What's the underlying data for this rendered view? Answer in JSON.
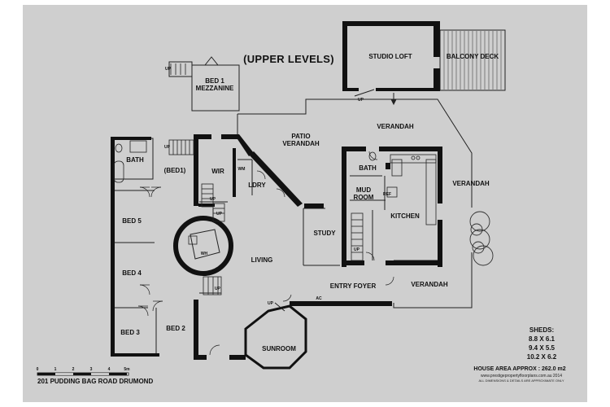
{
  "plan": {
    "heading": "(UPPER LEVELS)",
    "address": "201 PUDDING BAG ROAD DRUMOND",
    "scale_ticks": [
      "0",
      "1",
      "2",
      "3",
      "4",
      "5m"
    ],
    "rooms": {
      "studio_loft": "STUDIO LOFT",
      "balcony_deck": "BALCONY DECK",
      "bed1_mezz_line1": "BED 1",
      "bed1_mezz_line2": "MEZZANINE",
      "patio_line1": "PATIO",
      "patio_line2": "VERANDAH",
      "verandah_top": "VERANDAH",
      "verandah_right": "VERANDAH",
      "verandah_bottom": "VERANDAH",
      "bath_left": "BATH",
      "bed1": "(BED1)",
      "wir": "WIR",
      "wm": "WM",
      "ldry": "LDRY",
      "bath_right": "BATH",
      "mud_line1": "MUD",
      "mud_line2": "ROOM",
      "ref": "REF",
      "kitchen": "KITCHEN",
      "bed5": "BED 5",
      "bed4": "BED 4",
      "bed3": "BED 3",
      "bed2": "BED 2",
      "study": "STUDY",
      "living": "LIVING",
      "wh": "WH",
      "entry_foyer": "ENTRY FOYER",
      "sunroom": "SUNROOM",
      "ac": "AC"
    },
    "markers": {
      "up": "UP"
    },
    "sheds": {
      "title": "SHEDS:",
      "sizes": [
        "8.8 X 6.1",
        "9.4 X 5.5",
        "10.2 X 6.2"
      ]
    },
    "house_area": "HOUSE AREA APPROX : 262.0 m2",
    "credit_line1": "www.prestigepropertyfloorplans.com.au 2014",
    "credit_line2": "ALL DIMENSIONS & DETAILS ARE APPROXIMATE ONLY"
  },
  "colors": {
    "background": "#cfcfcf",
    "wall": "#111111",
    "line": "#222222",
    "page": "#ffffff"
  }
}
